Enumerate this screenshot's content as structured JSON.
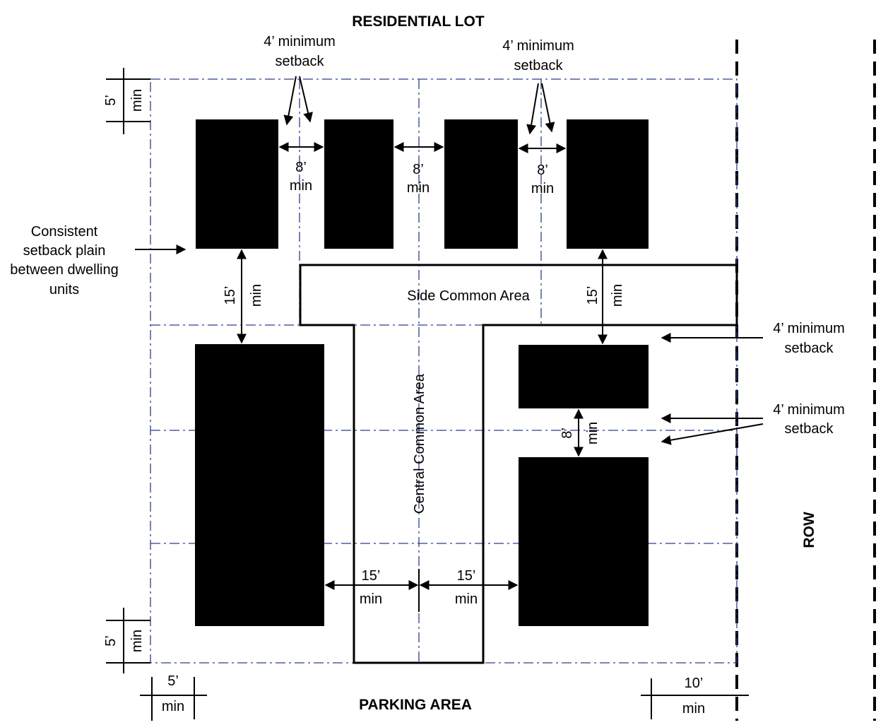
{
  "title_top": "RESIDENTIAL LOT",
  "title_bottom": "PARKING AREA",
  "row_label": "ROW",
  "side_common_area": "Side Common Area",
  "central_common_area": "Central Common Area",
  "setback_top_left": {
    "line1": "4’ minimum",
    "line2": "setback"
  },
  "setback_top_right": {
    "line1": "4’ minimum",
    "line2": "setback"
  },
  "setback_right_1": {
    "line1": "4’ minimum",
    "line2": "setback"
  },
  "setback_right_2": {
    "line1": "4’ minimum",
    "line2": "setback"
  },
  "consistent_setback": {
    "line1": "Consistent",
    "line2": "setback plain",
    "line3": "between dwelling",
    "line4": "units"
  },
  "dims": {
    "gap_8_a": {
      "value": "8’",
      "unit": "min"
    },
    "gap_8_b": {
      "value": "8’",
      "unit": "min"
    },
    "gap_8_c": {
      "value": "8’",
      "unit": "min"
    },
    "gap_8_right": {
      "value": "8’",
      "unit": "min"
    },
    "v15_left": {
      "value": "15’",
      "unit": "min"
    },
    "v15_right": {
      "value": "15’",
      "unit": "min"
    },
    "h15_left": {
      "value": "15’",
      "unit": "min"
    },
    "h15_right": {
      "value": "15’",
      "unit": "min"
    },
    "top_5": {
      "value": "5’",
      "unit": "min"
    },
    "bottom_5": {
      "value": "5’",
      "unit": "min"
    },
    "left_5": {
      "value": "5’",
      "unit": "min"
    },
    "right_10": {
      "value": "10’",
      "unit": "min"
    }
  }
}
